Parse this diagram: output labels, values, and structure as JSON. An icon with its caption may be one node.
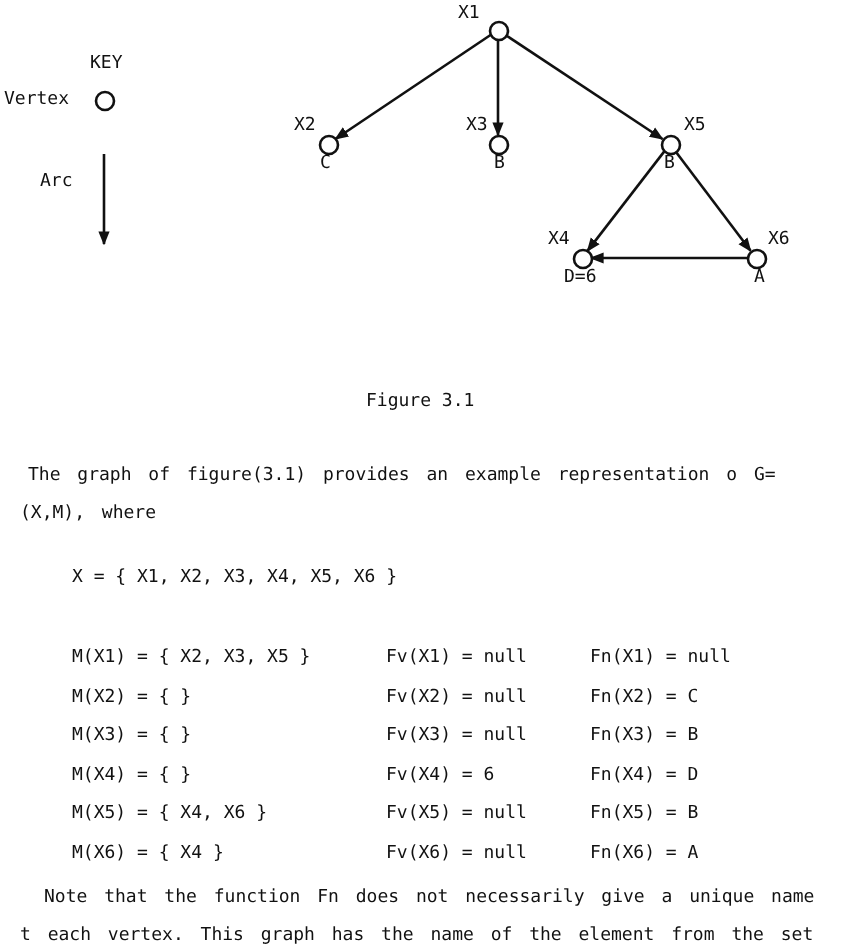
{
  "diagram": {
    "caption": "Figure 3.1",
    "nodes": [
      {
        "text": [],
        "shape": "circle",
        "beside": [
          "X1"
        ]
      },
      {
        "text": [],
        "shape": "circle",
        "beside": [
          "X2",
          "C"
        ]
      },
      {
        "text": [],
        "shape": "circle",
        "beside": [
          "X3",
          "B"
        ]
      },
      {
        "text": [],
        "shape": "circle",
        "beside": [
          "X5",
          "B"
        ]
      },
      {
        "text": [],
        "shape": "circle",
        "beside": [
          "X4",
          "D=6"
        ]
      },
      {
        "text": [],
        "shape": "circle",
        "beside": [
          "X6",
          "A"
        ]
      }
    ],
    "edges": [
      {
        "from": 0,
        "to": 1,
        "arrow": "to"
      },
      {
        "from": 0,
        "to": 2,
        "arrow": "to"
      },
      {
        "from": 0,
        "to": 3,
        "arrow": "to"
      },
      {
        "from": 3,
        "to": 4,
        "arrow": "to"
      },
      {
        "from": 3,
        "to": 5,
        "arrow": "to"
      },
      {
        "from": 5,
        "to": 4,
        "arrow": "to"
      }
    ],
    "labels": [
      "KEY",
      "The graph of figure(3.1) provides an example representation o G=(X,M), where",
      "X = { X1, X2, X3, X4, X5, X6 }",
      "M(X1) = { X2, X3, X5 }",
      "Fv(X1) = null",
      "Fn(X1) = null",
      "M(X2) = { }",
      "Fv(X2) = null",
      "Fn(X2) = C",
      "M(X3) = { }",
      "Fv(X3) = null",
      "Fn(X3) = B",
      "M(X4) = { }",
      "Fv(X4) = 6",
      "Fn(X4) = D",
      "M(X5) = { X4, X6 }",
      "Fv(X5) = null",
      "Fn(X5) = B",
      "M(X6) = { X4 }",
      "Fv(X6) = null",
      "Fn(X6) = A",
      "Note that the function Fn does not necessarily give a unique name t each vertex. This graph has the name of the element from the set"
    ],
    "legend": [
      {
        "text": "Vertex"
      },
      {
        "text": "Arc"
      }
    ]
  }
}
